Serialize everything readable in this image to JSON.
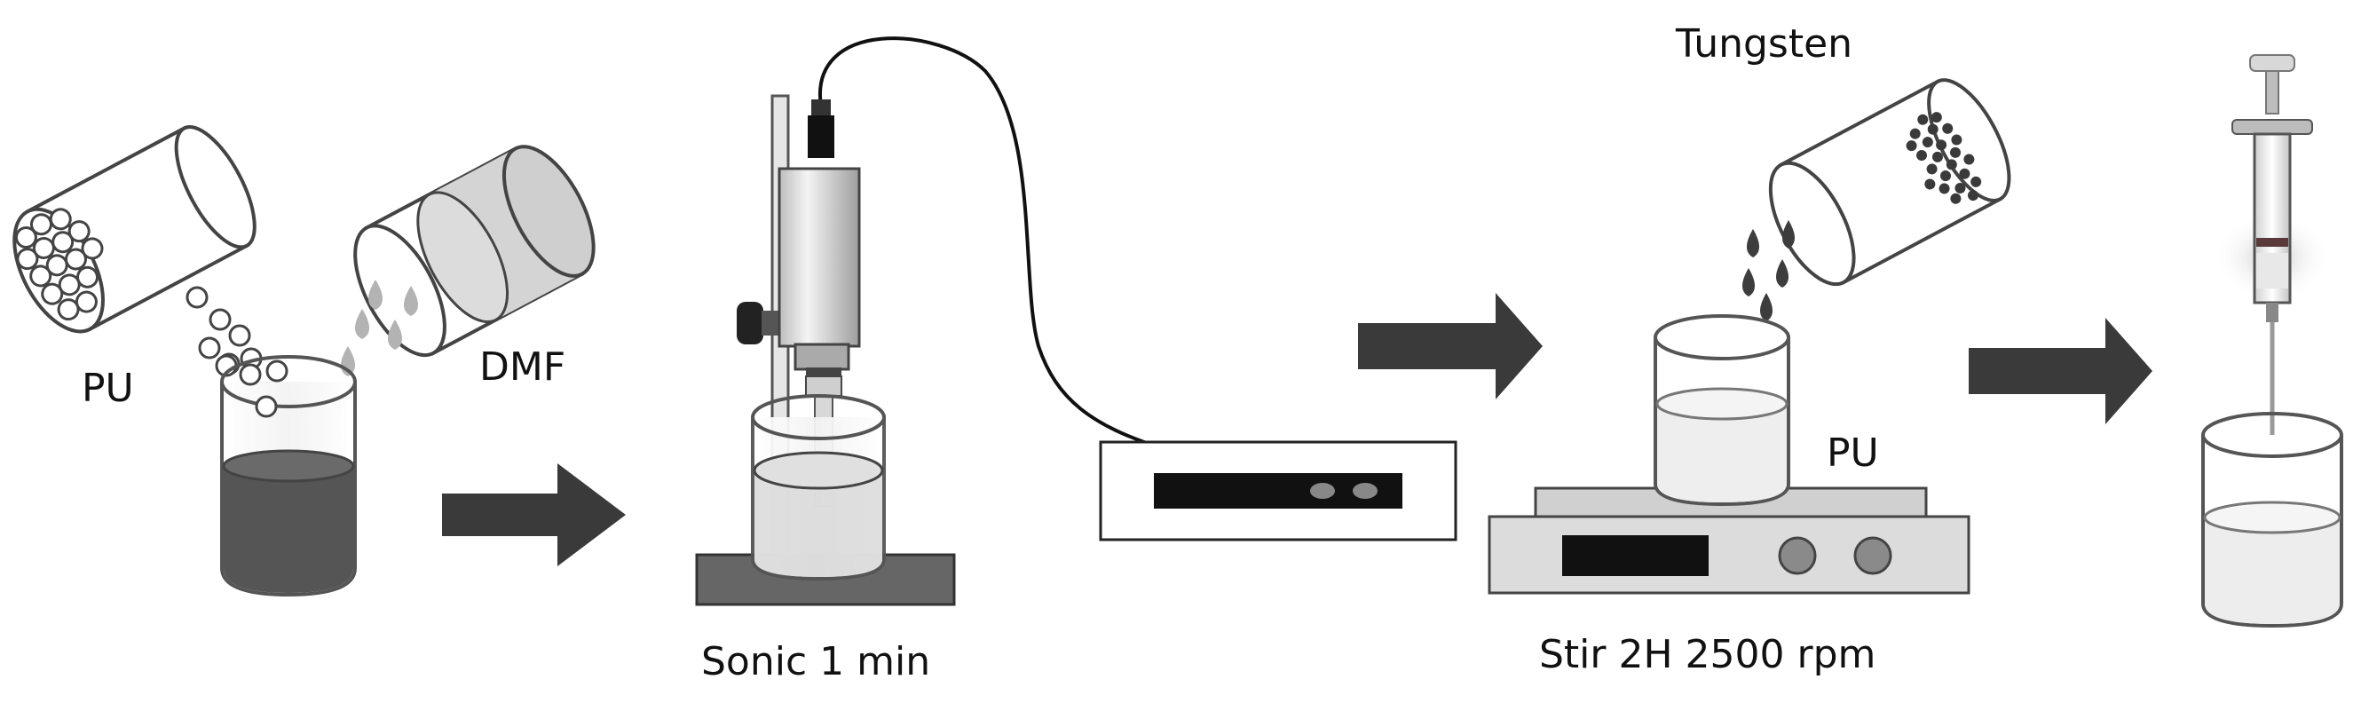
{
  "labels": {
    "pu_left": "PU",
    "dmf": "DMF",
    "sonic": "Sonic 1 min",
    "tungsten": "Tungsten",
    "pu_right": "PU",
    "stir": "Stir 2H 2500 rpm"
  },
  "colors": {
    "stroke": "#444444",
    "arrow": "#3a3a3a",
    "dark_liquid": "#555555",
    "light_liquid": "#eeeeee",
    "droplet_grey": "#b3b3b3",
    "tungsten_droplet": "#3d3d3d",
    "display": "#111111",
    "base_plate": "#666666",
    "stirrer_body": "#dcdcdc"
  },
  "steps": [
    "mixing-pu-dmf",
    "sonication",
    "stirring-with-tungsten",
    "syringe-dispense"
  ]
}
